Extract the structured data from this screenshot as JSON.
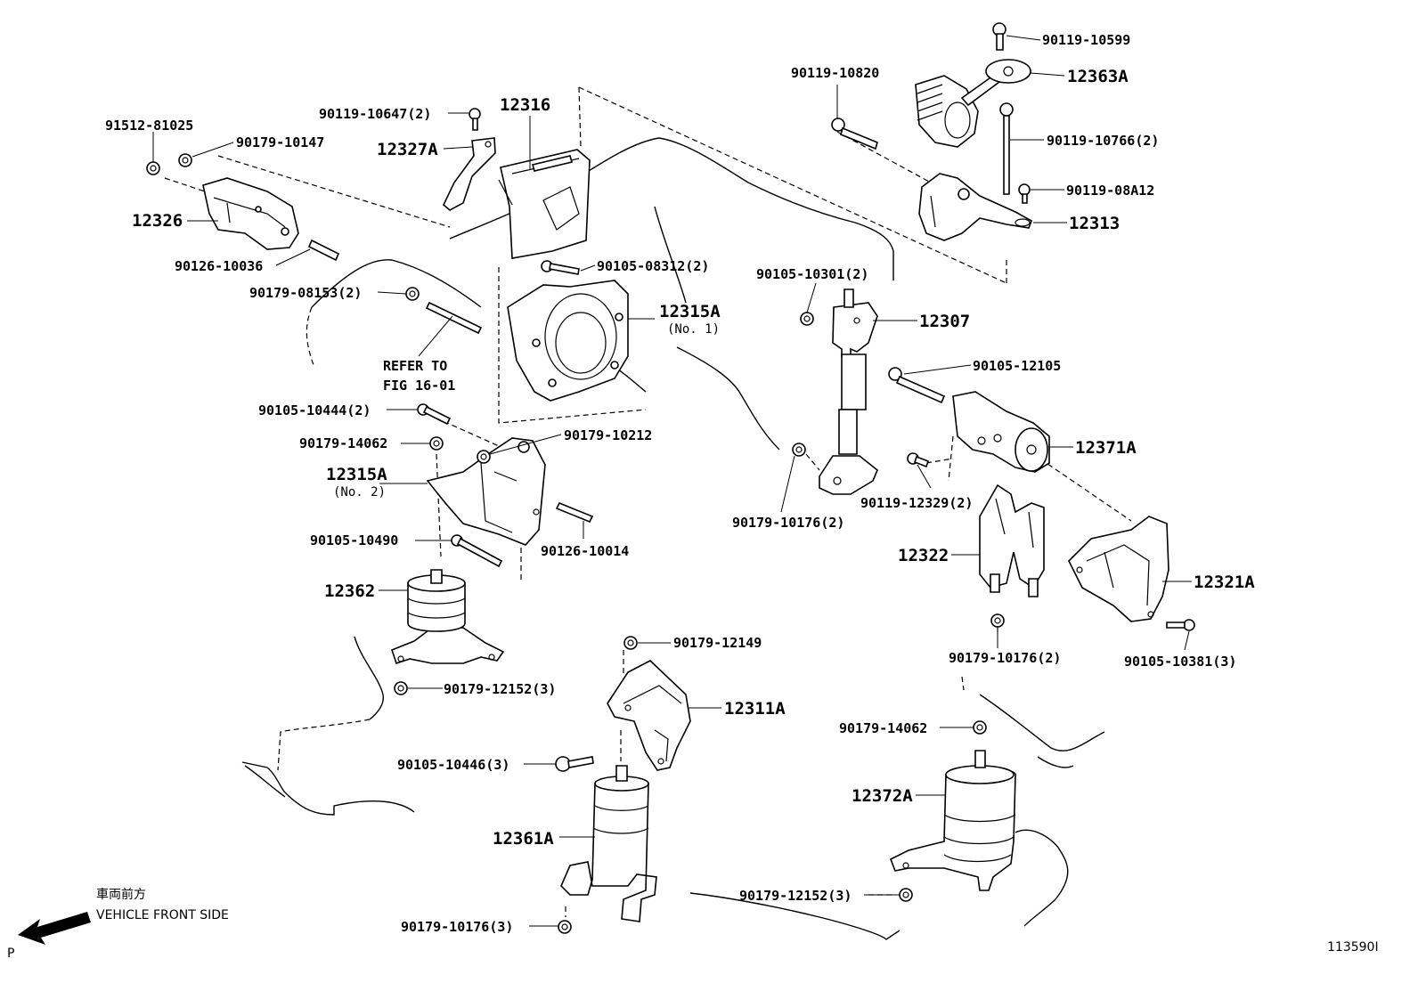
{
  "labels": {
    "p91512_81025": "91512-81025",
    "p90179_10147": "90179-10147",
    "p12326": "12326",
    "p90126_10036": "90126-10036",
    "p90119_10647": "90119-10647(2)",
    "p12316": "12316",
    "p12327A": "12327A",
    "p90105_08312": "90105-08312(2)",
    "p90179_08153": "90179-08153(2)",
    "p12315A_1": "12315A",
    "p12315A_1_sub": "(No. 1)",
    "refer_1": "REFER TO",
    "refer_2": "FIG 16-01",
    "p90105_10444": "90105-10444(2)",
    "p90179_14062a": "90179-14062",
    "p90179_10212": "90179-10212",
    "p12315A_2": "12315A",
    "p12315A_2_sub": "(No. 2)",
    "p90105_10490": "90105-10490",
    "p90126_10014": "90126-10014",
    "p12362": "12362",
    "p90179_12152a": "90179-12152(3)",
    "p90179_12149": "90179-12149",
    "p12311A": "12311A",
    "p90105_10446": "90105-10446(3)",
    "p12361A": "12361A",
    "p90179_10176a": "90179-10176(3)",
    "p90119_10599": "90119-10599",
    "p90119_10820": "90119-10820",
    "p12363A": "12363A",
    "p90119_10766": "90119-10766(2)",
    "p90119_08A12": "90119-08A12",
    "p12313": "12313",
    "p90105_10301": "90105-10301(2)",
    "p12307": "12307",
    "p90105_12105": "90105-12105",
    "p12371A": "12371A",
    "p90179_10176b": "90179-10176(2)",
    "p90119_12329": "90119-12329(2)",
    "p12322": "12322",
    "p12321A": "12321A",
    "p90179_10176c": "90179-10176(2)",
    "p90105_10381": "90105-10381(3)",
    "p90179_14062b": "90179-14062",
    "p12372A": "12372A",
    "p90179_12152b": "90179-12152(3)"
  },
  "footer": {
    "jp_text": "車両前方",
    "front_text": "VEHICLE FRONT SIDE",
    "corner_letter": "P",
    "figure_number": "113590I"
  }
}
